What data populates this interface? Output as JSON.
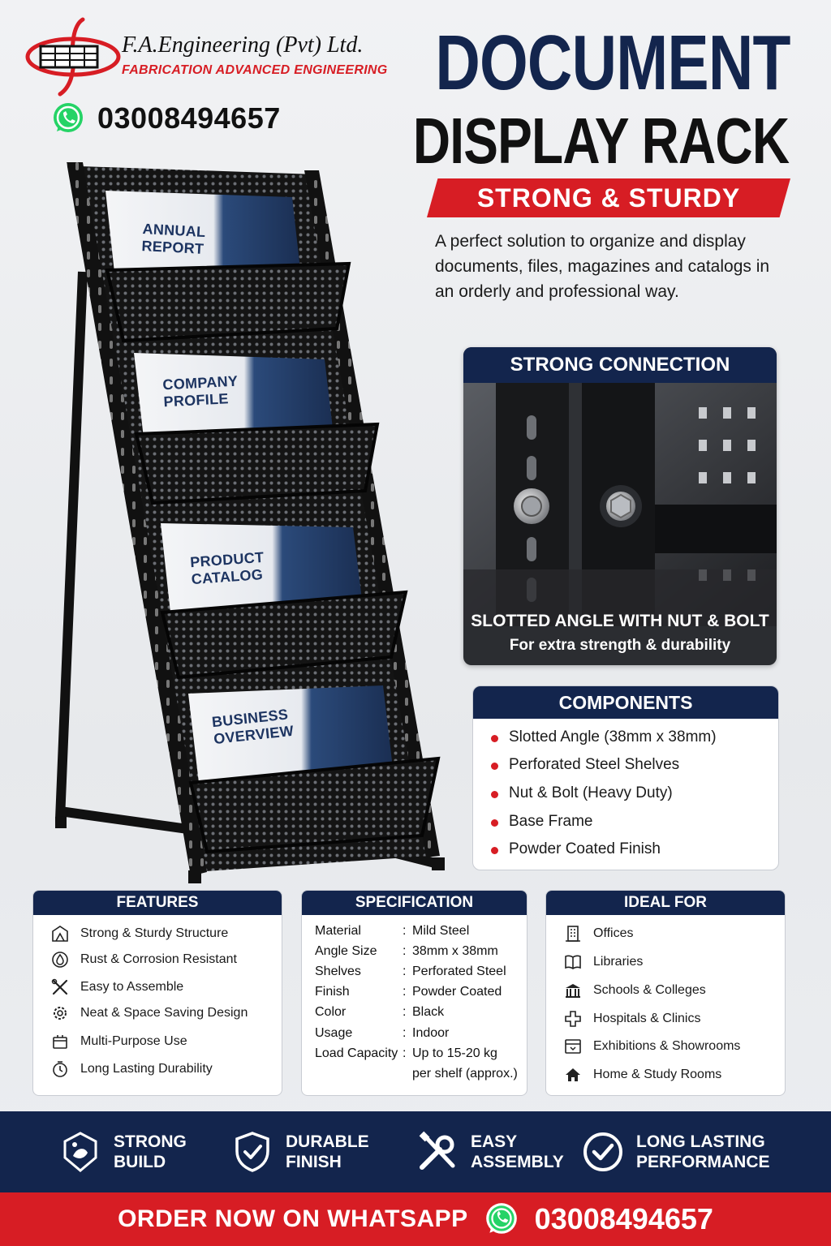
{
  "brand": {
    "company_name": "F.A.Engineering (Pvt) Ltd.",
    "tagline": "FABRICATION ADVANCED ENGINEERING",
    "phone": "03008494657"
  },
  "headline": {
    "line1": "DOCUMENT",
    "line2": "DISPLAY RACK",
    "banner": "STRONG & STURDY"
  },
  "intro": "A perfect solution to organize and display documents, files, magazines and catalogs in an orderly and professional way.",
  "rack": {
    "brochures": [
      {
        "line1": "ANNUAL",
        "line2": "REPORT"
      },
      {
        "line1": "COMPANY",
        "line2": "PROFILE"
      },
      {
        "line1": "PRODUCT",
        "line2": "CATALOG"
      },
      {
        "line1": "BUSINESS",
        "line2": "OVERVIEW"
      }
    ]
  },
  "connection": {
    "title": "STRONG CONNECTION",
    "caption_main": "SLOTTED ANGLE WITH NUT & BOLT",
    "caption_sub": "For extra strength & durability"
  },
  "components": {
    "title": "COMPONENTS",
    "items": [
      "Slotted Angle (38mm x 38mm)",
      "Perforated Steel Shelves",
      "Nut & Bolt (Heavy Duty)",
      "Base Frame",
      "Powder Coated Finish"
    ]
  },
  "features": {
    "title": "FEATURES",
    "items": [
      {
        "icon": "structure-icon",
        "label": "Strong & Sturdy Structure"
      },
      {
        "icon": "shield-drop-icon",
        "label": "Rust & Corrosion Resistant"
      },
      {
        "icon": "tools-icon",
        "label": "Easy to Assemble"
      },
      {
        "icon": "gear-icon",
        "label": "Neat & Space Saving Design"
      },
      {
        "icon": "box-icon",
        "label": "Multi-Purpose Use"
      },
      {
        "icon": "clock-icon",
        "label": "Long Lasting Durability"
      }
    ]
  },
  "specification": {
    "title": "SPECIFICATION",
    "rows": [
      {
        "key": "Material",
        "value": "Mild Steel"
      },
      {
        "key": "Angle Size",
        "value": "38mm x 38mm"
      },
      {
        "key": "Shelves",
        "value": "Perforated Steel"
      },
      {
        "key": "Finish",
        "value": "Powder Coated"
      },
      {
        "key": "Color",
        "value": "Black"
      },
      {
        "key": "Usage",
        "value": "Indoor"
      },
      {
        "key": "Load Capacity",
        "value": "Up to 15-20 kg"
      }
    ],
    "extra": "per shelf (approx.)"
  },
  "ideal_for": {
    "title": "IDEAL FOR",
    "items": [
      {
        "icon": "office-icon",
        "label": "Offices"
      },
      {
        "icon": "book-icon",
        "label": "Libraries"
      },
      {
        "icon": "school-icon",
        "label": "Schools & Colleges"
      },
      {
        "icon": "medical-cross-icon",
        "label": "Hospitals & Clinics"
      },
      {
        "icon": "showroom-icon",
        "label": "Exhibitions & Showrooms"
      },
      {
        "icon": "home-icon",
        "label": "Home & Study Rooms"
      }
    ]
  },
  "highlights": [
    {
      "line1": "STRONG",
      "line2": "BUILD"
    },
    {
      "line1": "DURABLE",
      "line2": "FINISH"
    },
    {
      "line1": "EASY",
      "line2": "ASSEMBLY"
    },
    {
      "line1": "LONG LASTING",
      "line2": "PERFORMANCE"
    }
  ],
  "cta": {
    "text": "ORDER NOW ON WHATSAPP",
    "phone": "03008494657"
  },
  "colors": {
    "navy": "#13254d",
    "red": "#d71d24",
    "whatsapp": "#25d366"
  }
}
